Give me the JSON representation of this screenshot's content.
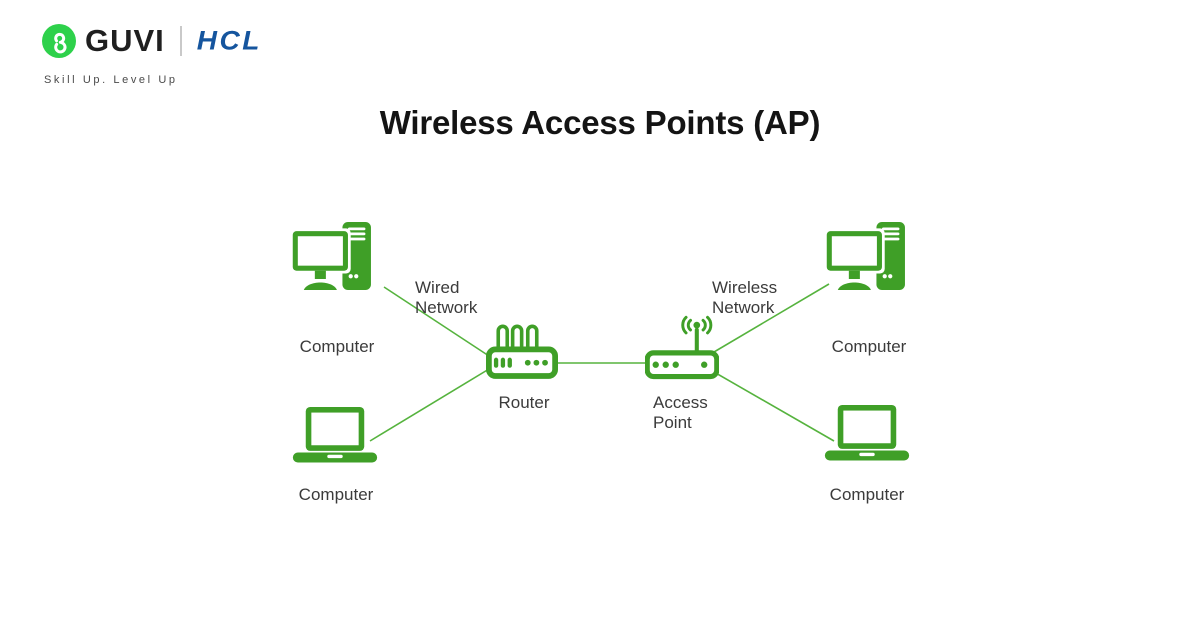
{
  "brand": {
    "guvi": "GUVI",
    "hcl": "HCL",
    "tagline": "Skill Up. Level Up"
  },
  "title": "Wireless Access Points (AP)",
  "colors": {
    "icon_green": "#3f9f27",
    "line_green": "#56b33e",
    "guvi_green": "#2ed14b",
    "hcl_blue": "#15559e",
    "label_color": "#3b3b3b",
    "title_color": "#141414",
    "tagline_color": "#4a4a4a",
    "guvi_text": "#1f1f1f",
    "divider_gray": "#c9c9c9"
  },
  "icons": {
    "guvi_logo": "guvi-logo-icon",
    "desktop": "desktop-computer-icon",
    "laptop": "laptop-computer-icon",
    "router": "router-icon",
    "access_point": "access-point-icon",
    "wifi_signal": "wifi-signal-icon"
  },
  "diagram": {
    "nodes": {
      "computer_top_left": "Computer",
      "computer_bottom_left": "Computer",
      "computer_top_right": "Computer",
      "computer_bottom_right": "Computer",
      "router": "Router",
      "access_point": "Access Point"
    },
    "links": {
      "wired": "Wired Network",
      "wireless": "Wireless Network"
    }
  }
}
